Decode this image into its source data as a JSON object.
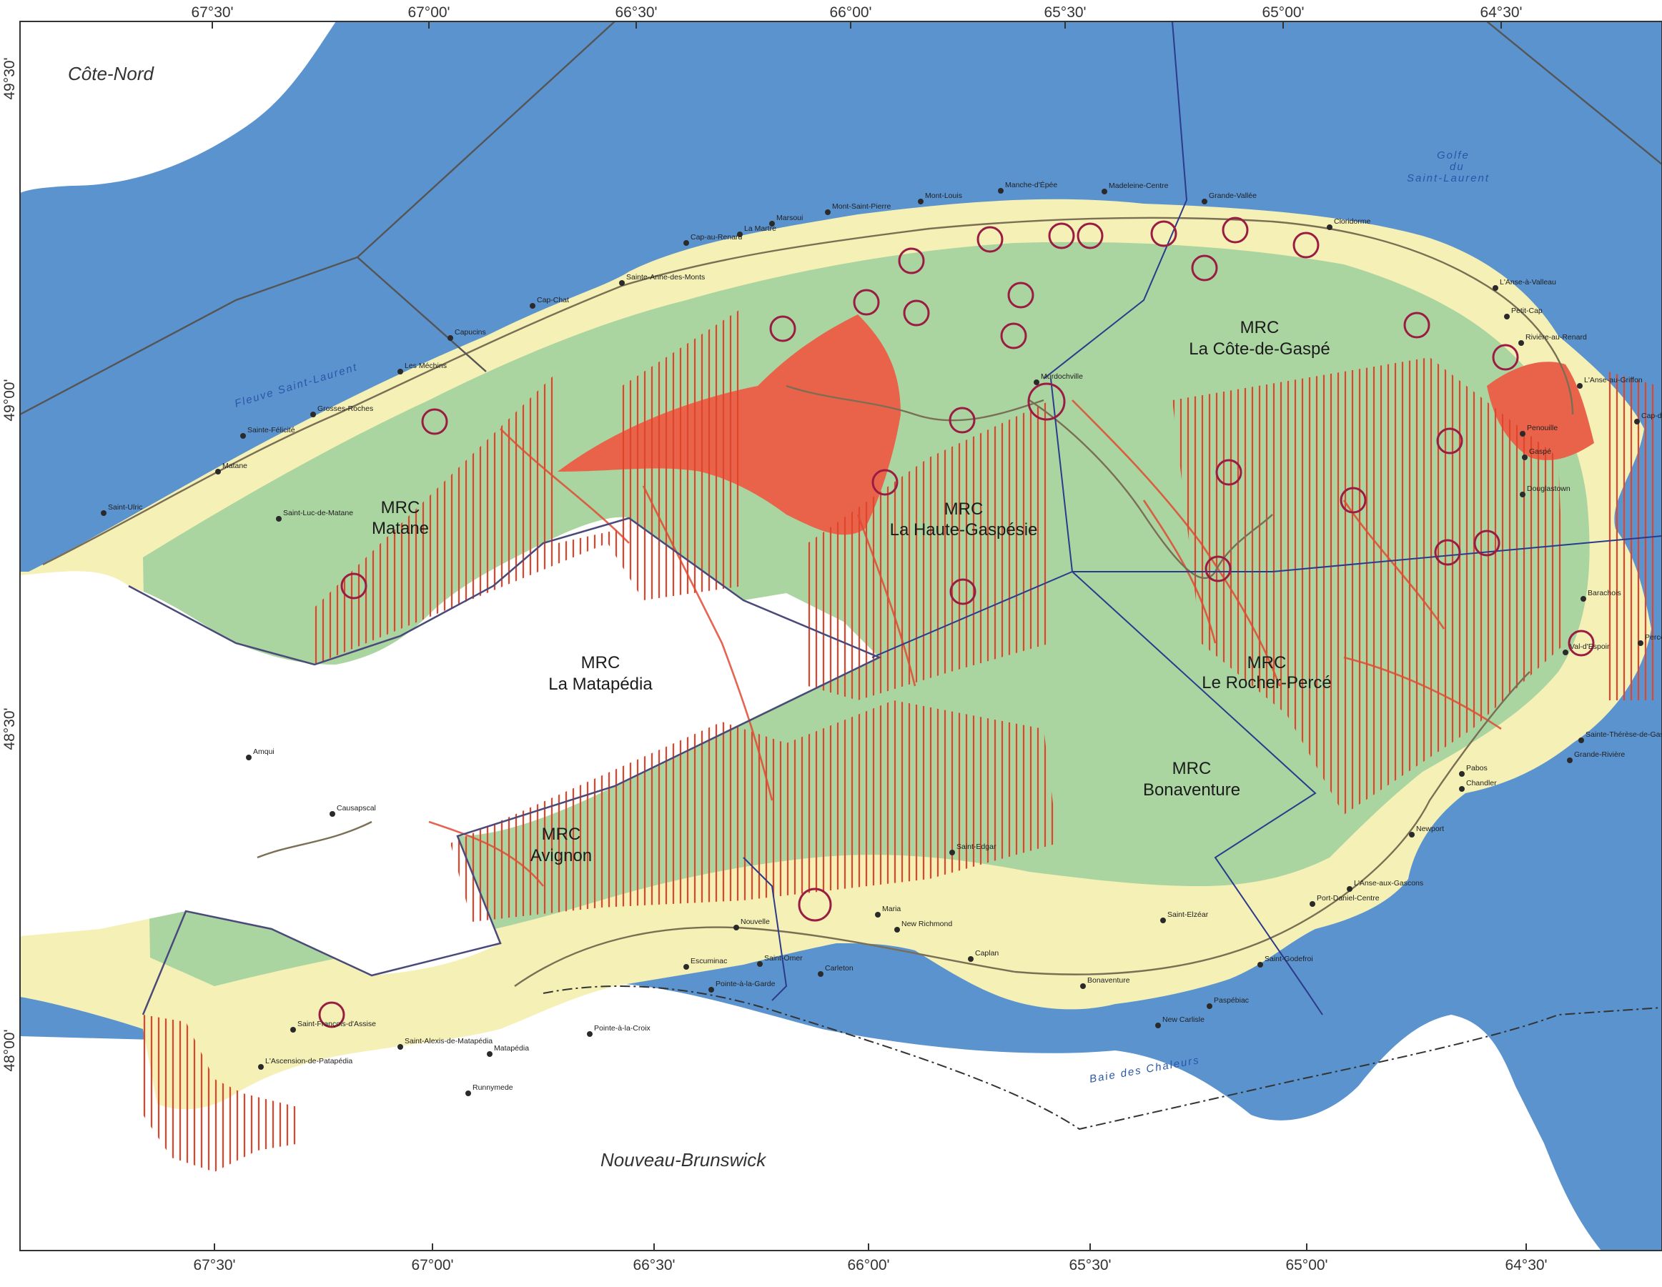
{
  "map": {
    "regions": {
      "cote_nord": "Côte-Nord",
      "nouveau_brunswick": "Nouveau-Brunswick"
    },
    "water_bodies": {
      "fleuve": "Fleuve Saint-Laurent",
      "golfe_line1": "Golfe",
      "golfe_line2": "du",
      "golfe_line3": "Saint-Laurent",
      "baie": "Baie des Chaleurs"
    },
    "mrc": {
      "matane": [
        "MRC",
        "Matane"
      ],
      "matapedia": [
        "MRC",
        "La Matapédia"
      ],
      "haute_gaspesie": [
        "MRC",
        "La Haute-Gaspésie"
      ],
      "cote_de_gaspe": [
        "MRC",
        "La Côte-de-Gaspé"
      ],
      "rocher_perce": [
        "MRC",
        "Le Rocher-Percé"
      ],
      "bonaventure": [
        "MRC",
        "Bonaventure"
      ],
      "avignon": [
        "MRC",
        "Avignon"
      ]
    },
    "coordinates": {
      "top": [
        "67°30'",
        "67°00'",
        "66°30'",
        "66°00'",
        "65°30'",
        "65°00'",
        "64°30'"
      ],
      "bottom": [
        "67°30'",
        "67°00'",
        "66°30'",
        "66°00'",
        "65°30'",
        "65°00'",
        "64°30'"
      ],
      "left": [
        "49°30'",
        "49°00'",
        "48°30'",
        "48°00'"
      ]
    },
    "towns": [
      "Matane",
      "Saint-Ulric",
      "Sainte-Félicité",
      "Saint-Luc-de-Matane",
      "Grosses-Roches",
      "Les Méchins",
      "Capucins",
      "Cap-Chat",
      "Sainte-Anne-des-Monts",
      "Cap-au-Renard",
      "La Martre",
      "Marsoui",
      "Mont-Saint-Pierre",
      "Mont-Louis",
      "Manche-d'Épée",
      "Madeleine-Centre",
      "Grande-Vallée",
      "Cloridorme",
      "L'Anse-à-Valleau",
      "Petit-Cap",
      "Rivière-au-Renard",
      "L'Anse-au-Griffon",
      "Cap-des-Rosiers",
      "Penouille",
      "Gaspé",
      "Douglastown",
      "Murdochville",
      "Barachois",
      "Percé",
      "Val-d'Espoir",
      "Sainte-Thérèse-de-Gaspé",
      "Grande-Rivière",
      "Pabos",
      "Chandler",
      "Newport",
      "L'Anse-aux-Gascons",
      "Port-Daniel-Centre",
      "Saint-Godefroi",
      "Paspébiac",
      "New Carlisle",
      "Bonaventure",
      "Caplan",
      "Saint-Elzéar",
      "Saint-Edgar",
      "New Richmond",
      "Maria",
      "Carleton",
      "Saint-Omer",
      "Nouvelle",
      "Escuminac",
      "Pointe-à-la-Garde",
      "Pointe-à-la-Croix",
      "Matapédia",
      "Runnymede",
      "Saint-Alexis-de-Matapédia",
      "Saint-François-d'Assise",
      "L'Ascension-de-Patapédia",
      "Amqui",
      "Causapscal"
    ]
  }
}
